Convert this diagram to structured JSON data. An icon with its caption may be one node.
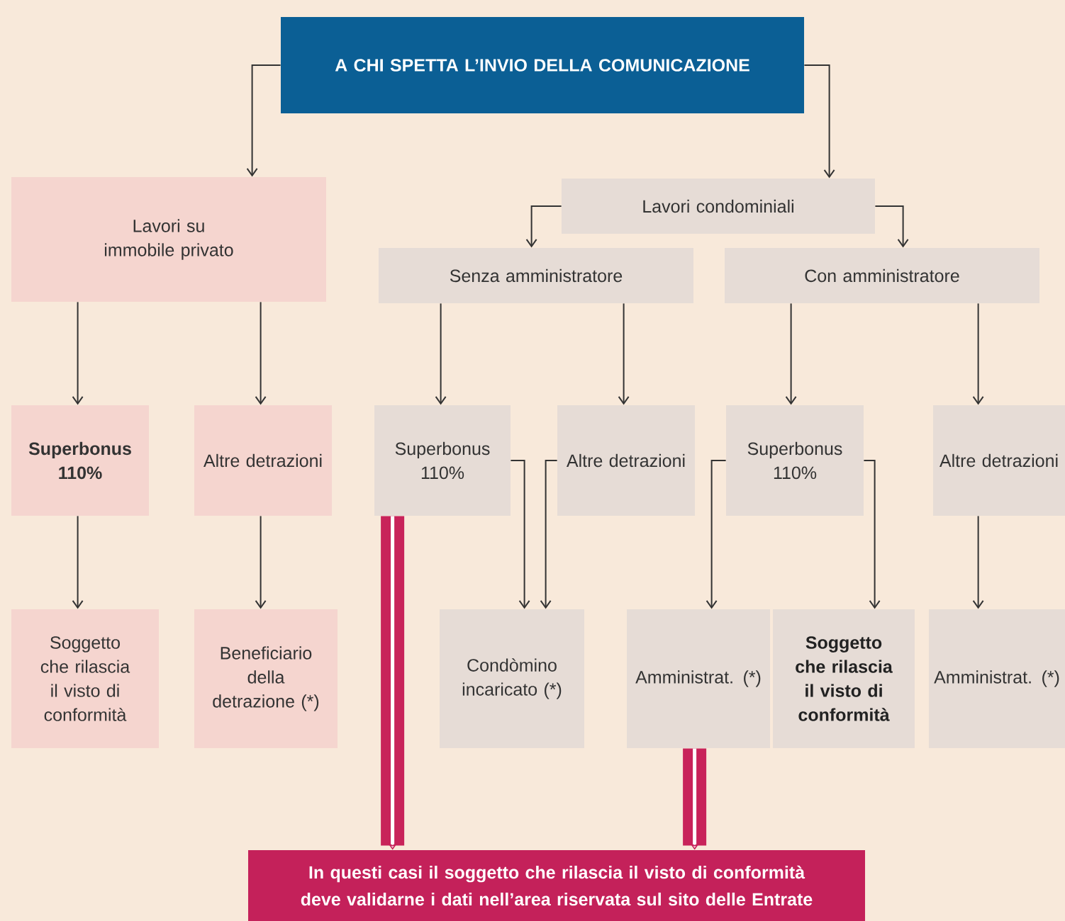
{
  "diagram": {
    "nodes": [
      {
        "text": [
          "A CHI SPETTA L’INVIO DELLA COMUNICAZIONE"
        ]
      },
      {
        "text": [
          "Lavori su immobile privato"
        ]
      },
      {
        "text": [
          "Lavori condominiali"
        ]
      },
      {
        "text": [
          "Senza amministratore"
        ]
      },
      {
        "text": [
          "Con amministratore"
        ]
      },
      {
        "text": [
          "Superbonus 110%"
        ]
      },
      {
        "text": [
          "Altre detrazioni"
        ]
      },
      {
        "text": [
          "Superbonus 110%"
        ]
      },
      {
        "text": [
          "Altre detrazioni"
        ]
      },
      {
        "text": [
          "Superbonus 110%"
        ]
      },
      {
        "text": [
          "Altre detrazioni"
        ]
      },
      {
        "text": [
          "Soggetto che rilascia il visto di conformità"
        ]
      },
      {
        "text": [
          "Beneficiario della detrazione (*)"
        ]
      },
      {
        "text": [
          "Condòmino incaricato (*)"
        ]
      },
      {
        "text": [
          "Amministrat. (*)"
        ]
      },
      {
        "text": [
          "Soggetto che rilascia il visto di conformità"
        ]
      },
      {
        "text": [
          "Amministrat. (*)"
        ]
      },
      {
        "text": [
          "In questi casi il soggetto che rilascia il visto di conformità deve validarne i dati nell’area riservata sul sito delle Entrate"
        ]
      }
    ],
    "edges": [
      {
        "from": 0,
        "to": 1,
        "arrow": "to"
      },
      {
        "from": 0,
        "to": 2,
        "arrow": "to"
      },
      {
        "from": 2,
        "to": 3,
        "arrow": "to"
      },
      {
        "from": 2,
        "to": 4,
        "arrow": "to"
      },
      {
        "from": 1,
        "to": 5,
        "arrow": "to"
      },
      {
        "from": 1,
        "to": 6,
        "arrow": "to"
      },
      {
        "from": 3,
        "to": 7,
        "arrow": "to"
      },
      {
        "from": 3,
        "to": 8,
        "arrow": "to"
      },
      {
        "from": 4,
        "to": 9,
        "arrow": "to"
      },
      {
        "from": 4,
        "to": 10,
        "arrow": "to"
      },
      {
        "from": 5,
        "to": 11,
        "arrow": "to"
      },
      {
        "from": 6,
        "to": 12,
        "arrow": "to"
      },
      {
        "from": 7,
        "to": 13,
        "arrow": "to"
      },
      {
        "from": 8,
        "to": 13,
        "arrow": "to"
      },
      {
        "from": 9,
        "to": 14,
        "arrow": "to"
      },
      {
        "from": 9,
        "to": 15,
        "arrow": "to"
      },
      {
        "from": 10,
        "to": 16,
        "arrow": "to"
      },
      {
        "from": 7,
        "to": 17,
        "arrow": "to",
        "style": "thick",
        "color": "#c8235a"
      },
      {
        "from": 14,
        "to": 17,
        "arrow": "to",
        "style": "thick",
        "color": "#c8235a"
      }
    ]
  }
}
